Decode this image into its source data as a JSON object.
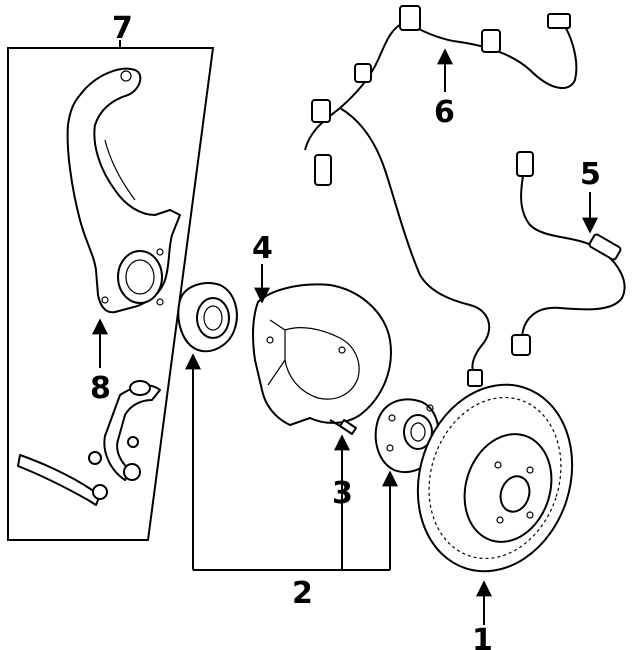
{
  "callouts": {
    "c1": "1",
    "c2": "2",
    "c3": "3",
    "c4": "4",
    "c5": "5",
    "c6": "6",
    "c7": "7",
    "c8": "8"
  },
  "parts": [
    {
      "id": "rotor",
      "callout": "1"
    },
    {
      "id": "hub-and-bearing",
      "callout": "2"
    },
    {
      "id": "stud",
      "callout": "3"
    },
    {
      "id": "splash-shield",
      "callout": "4"
    },
    {
      "id": "brake-hose",
      "callout": "5"
    },
    {
      "id": "abs-sensor-harness",
      "callout": "6"
    },
    {
      "id": "knuckle-assembly",
      "callout": "7"
    },
    {
      "id": "steering-knuckle",
      "callout": "8"
    }
  ]
}
